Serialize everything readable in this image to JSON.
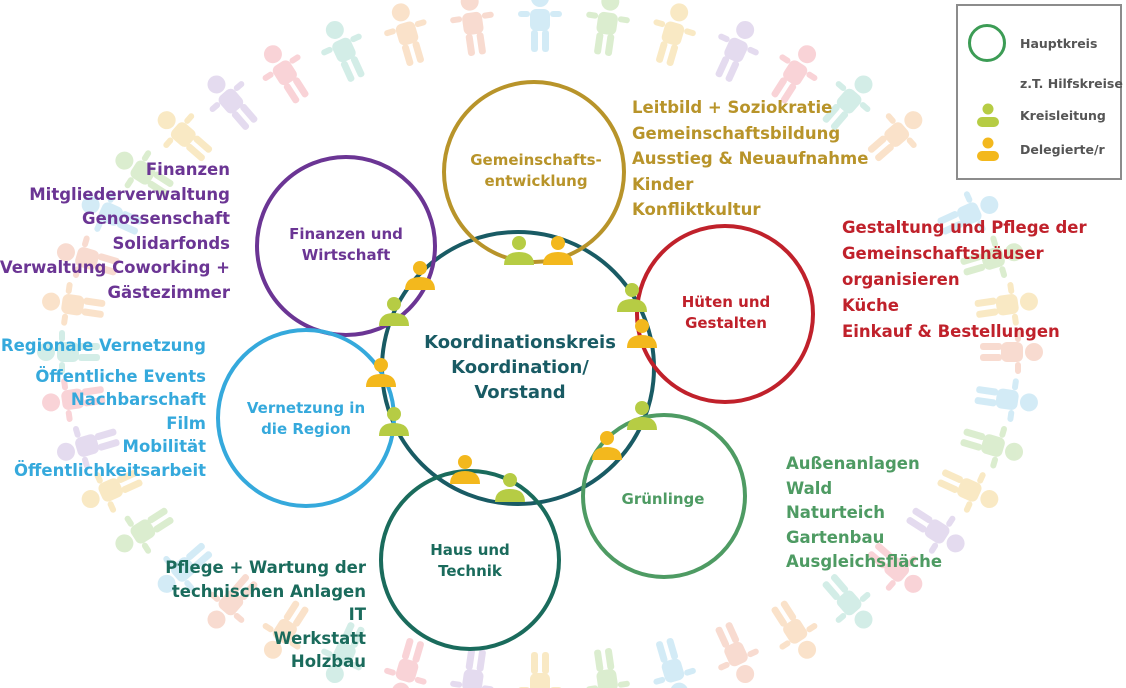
{
  "colors": {
    "central": "#195b64",
    "gemeinschaft": "#b8942a",
    "finanzen": "#6b3594",
    "vernetzung": "#35a9dc",
    "haus": "#1a6b5c",
    "gruenlinge": "#4e9b63",
    "hueten": "#c0212b",
    "leiter_icon": "#b6cc44",
    "delegierte_icon": "#f3b81d"
  },
  "central_circle": {
    "lines": [
      "Koordinationskreis",
      "Koordination/",
      "Vorstand"
    ]
  },
  "circles": {
    "gemeinschaft": [
      "Gemeinschafts-",
      "entwicklung"
    ],
    "finanzen": [
      "Finanzen und",
      "Wirtschaft"
    ],
    "vernetzung": [
      "Vernetzung in",
      "die Region"
    ],
    "haus": [
      "Haus und",
      "Technik"
    ],
    "gruenlinge": [
      "Grünlinge"
    ],
    "hueten": [
      "Hüten und",
      "Gestalten"
    ]
  },
  "lists": {
    "gemeinschaft": [
      "Leitbild + Soziokratie",
      "Gemeinschaftsbildung",
      "Ausstieg & Neuaufnahme",
      "Kinder",
      "Konfliktkultur"
    ],
    "finanzen": [
      "Finanzen",
      "Mitgliederverwaltung",
      "Genossenschaft",
      "Solidarfonds",
      "Verwaltung Coworking +",
      "Gästezimmer"
    ],
    "vernetzung": [
      "Regionale Vernetzung",
      "Öffentliche Events",
      "Nachbarschaft",
      "Film",
      "Mobilität",
      "Öffentlichkeitsarbeit"
    ],
    "haus": [
      "Pflege + Wartung der",
      "technischen Anlagen",
      "IT",
      "Werkstatt",
      "Holzbau"
    ],
    "gruenlinge": [
      "Außenanlagen",
      "Wald",
      "Naturteich",
      "Gartenbau",
      "Ausgleichsfläche"
    ],
    "hueten": [
      "Gestaltung und Pflege der",
      "Gemeinschaftshäuser",
      "organisieren",
      "Küche",
      "Einkauf & Bestellungen"
    ]
  },
  "legend": {
    "hauptkreis": "Hauptkreis",
    "hilfskreise": "z.T. Hilfskreise",
    "kreisleitung": "Kreisleitung",
    "delegierte": "Delegierte/r",
    "ring_icon": "circle-outline-icon",
    "leiter_icon": "person-icon",
    "delegierte_icon": "person-icon"
  }
}
